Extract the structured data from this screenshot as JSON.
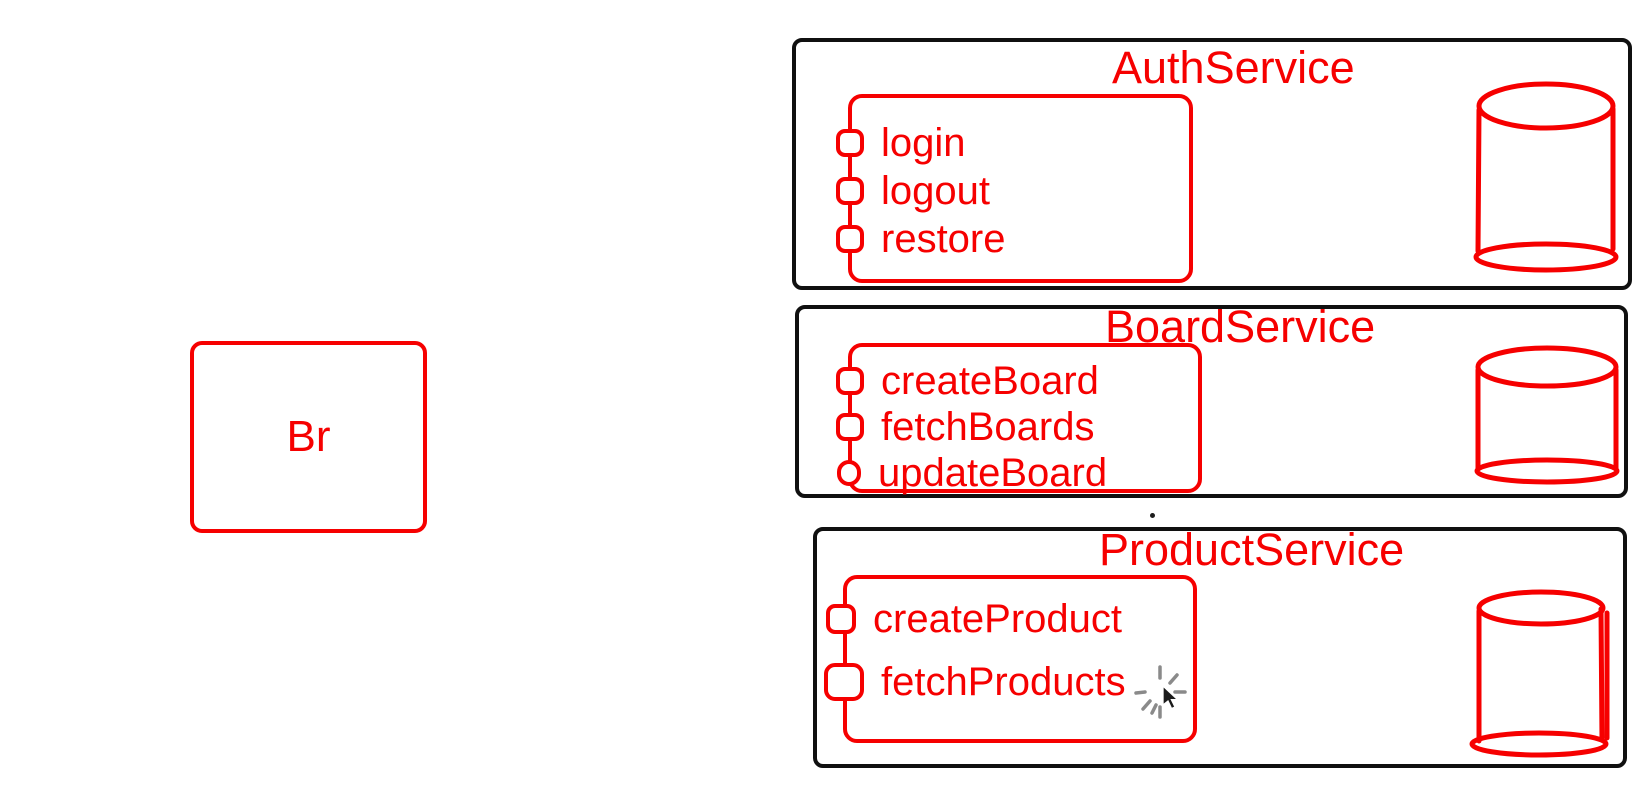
{
  "colors": {
    "red": "#f60000",
    "black": "#101010",
    "spinner_gray": "#8a8a8a",
    "bg": "#ffffff"
  },
  "left_box": {
    "label": "Br"
  },
  "services": [
    {
      "title": "AuthService",
      "methods": [
        "login",
        "logout",
        "restore"
      ],
      "database_icon": "database-cylinder-icon"
    },
    {
      "title": "BoardService",
      "methods": [
        "createBoard",
        "fetchBoards",
        "updateBoard"
      ],
      "database_icon": "database-cylinder-icon"
    },
    {
      "title": "ProductService",
      "methods": [
        "createProduct",
        "fetchProducts"
      ],
      "database_icon": "database-cylinder-icon"
    }
  ],
  "cursor": {
    "name": "busy-pointer",
    "style": "arrow-with-radial-loading-spinner"
  }
}
